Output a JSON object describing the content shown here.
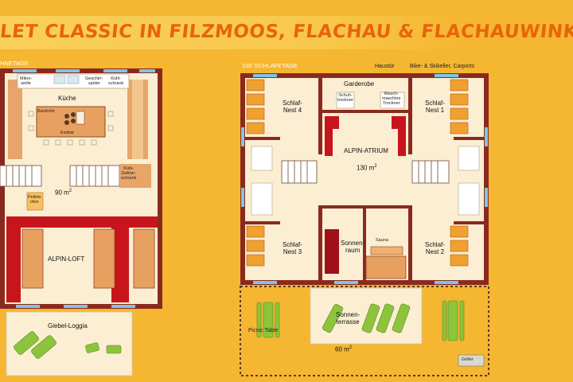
{
  "header": {
    "title": "LET CLASSIC IN FILZMOOS, FLACHAU & FLACHAUWINKL"
  },
  "left_plan": {
    "floor_label": "HNETAGE",
    "rooms": {
      "mikrowelle": "Mikro-\nwelle",
      "geschirrspueler": "Geschirr-\nspüler",
      "kuehlschrank": "Kühl-\nschrank",
      "kueche": "Küche",
      "backrohr": "Backrohr",
      "essbar": "Essbar",
      "kuehl_gefrierschrank": "Kühl-\nGefrier-\nschrank",
      "area_number": "90 m",
      "area_exp": "2",
      "pelletofen": "Pellets\nofen",
      "alpin_loft": "ALPIN-LOFT",
      "giebel_loggia": "Giebel-Loggia"
    }
  },
  "right_plan": {
    "floor_label": "DIE SCHLAFETAGE",
    "rooms": {
      "haustuer": "Haustür",
      "bike_ski": "Bike- & Skikeller, Carports",
      "garderobe": "Garderobe",
      "schuhtrockner": "Schuh-\ntrockner",
      "waschmaschine": "Wasch-\nmaschine\nTrockner",
      "schlafnest_4": "Schlaf-\nNest 4",
      "schlafnest_1": "Schlaf-\nNest 1",
      "alpin_atrium": "ALPIN-ATRIUM",
      "atrium_area_number": "130 m",
      "atrium_area_exp": "2",
      "schlafnest_3": "Schlaf-\nNest 3",
      "schlafnest_2": "Schlaf-\nNest 2",
      "sonnenraum": "Sonnen-\nraum",
      "sauna": "Sauna",
      "sonnenterrasse": "Sonnen-\nterrasse",
      "picnic_table": "Picnic Table",
      "terrace_area_number": "60 m",
      "terrace_area_exp": "2",
      "griller": "Griller"
    }
  },
  "colors": {
    "background": "#f5b632",
    "wall": "#8a2a1e",
    "floor": "#fbeed2",
    "sofa": "#c8141c",
    "table": "#e8a060",
    "bed": "#f0a030",
    "lounger": "#8cc43c",
    "window": "#7fc4e8",
    "title": "#e8640c"
  }
}
